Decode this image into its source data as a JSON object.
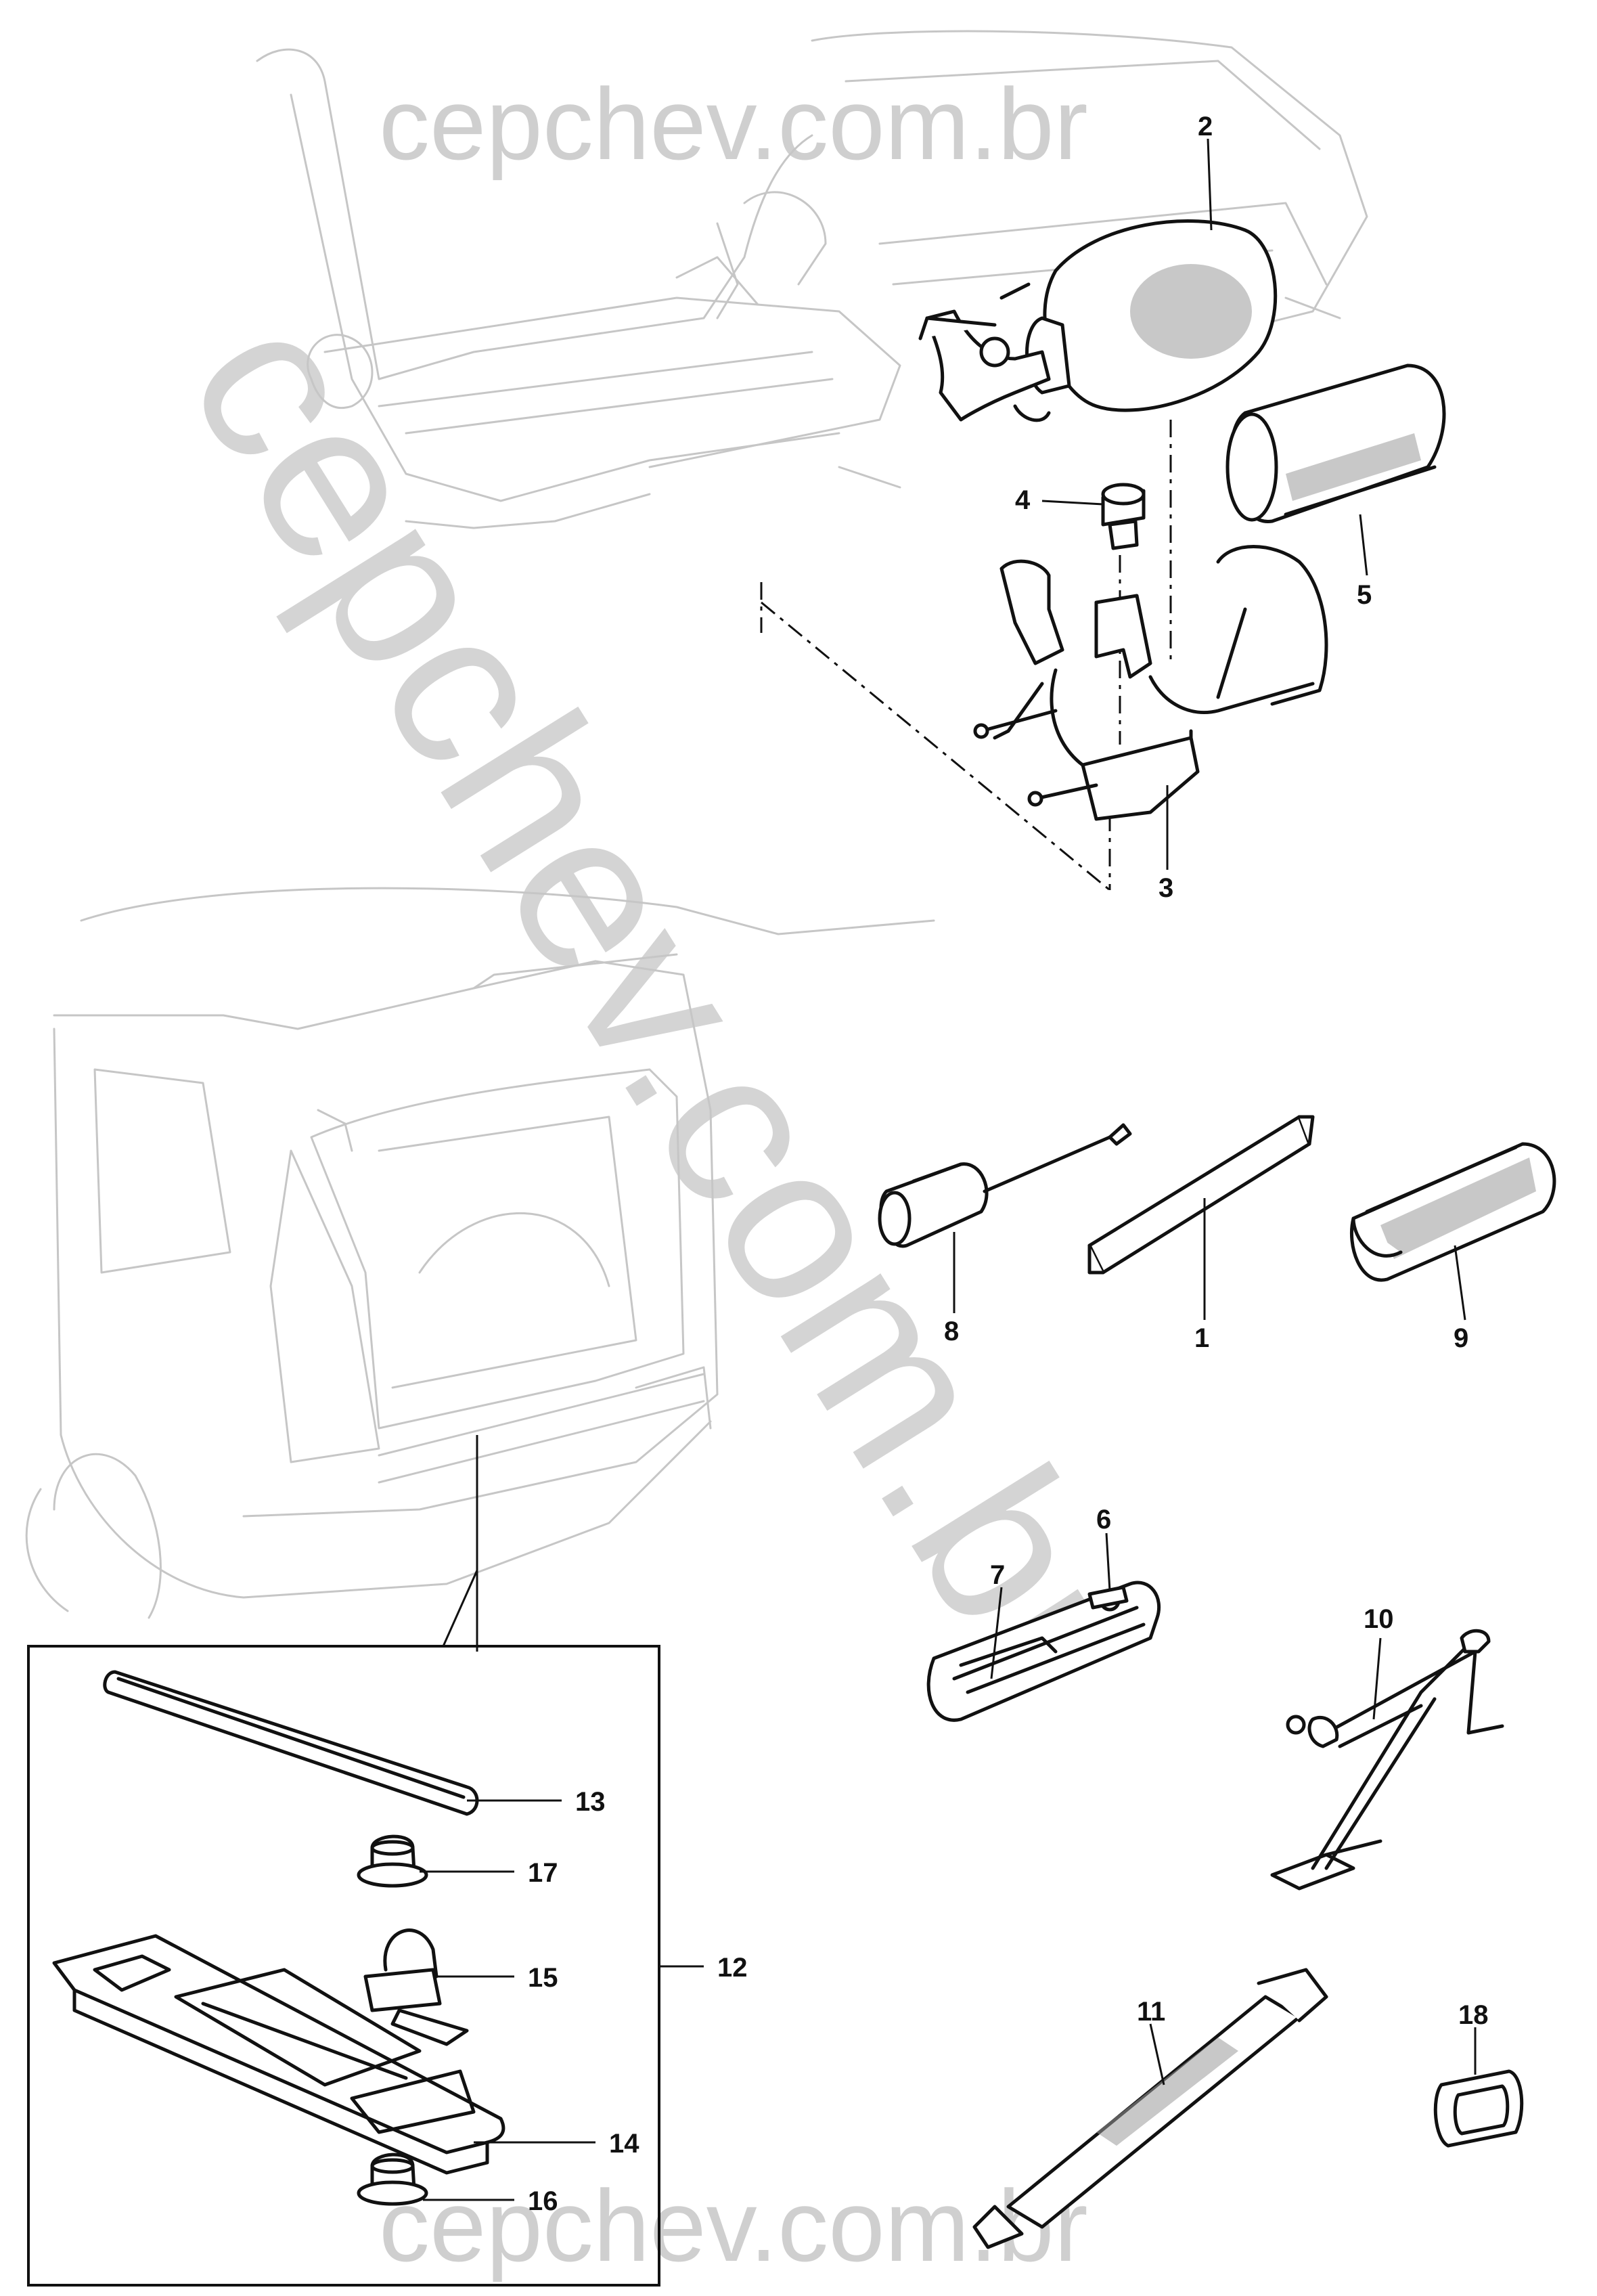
{
  "watermark": {
    "top_text": "cepchev.com.br",
    "bottom_text": "cepchev.com.br",
    "diagonal_text": "cepchev.com.br"
  },
  "callouts": {
    "c1": "1",
    "c2": "2",
    "c3": "3",
    "c4": "4",
    "c5": "5",
    "c6": "6",
    "c7": "7",
    "c8": "8",
    "c9": "9",
    "c10": "10",
    "c11": "11",
    "c12": "12",
    "c13": "13",
    "c14": "14",
    "c15": "15",
    "c16": "16",
    "c17": "17",
    "c18": "18"
  },
  "colors": {
    "line": "#111111",
    "ghost_outline": "#c6c6c6",
    "watermark": "#cfcfcf"
  }
}
